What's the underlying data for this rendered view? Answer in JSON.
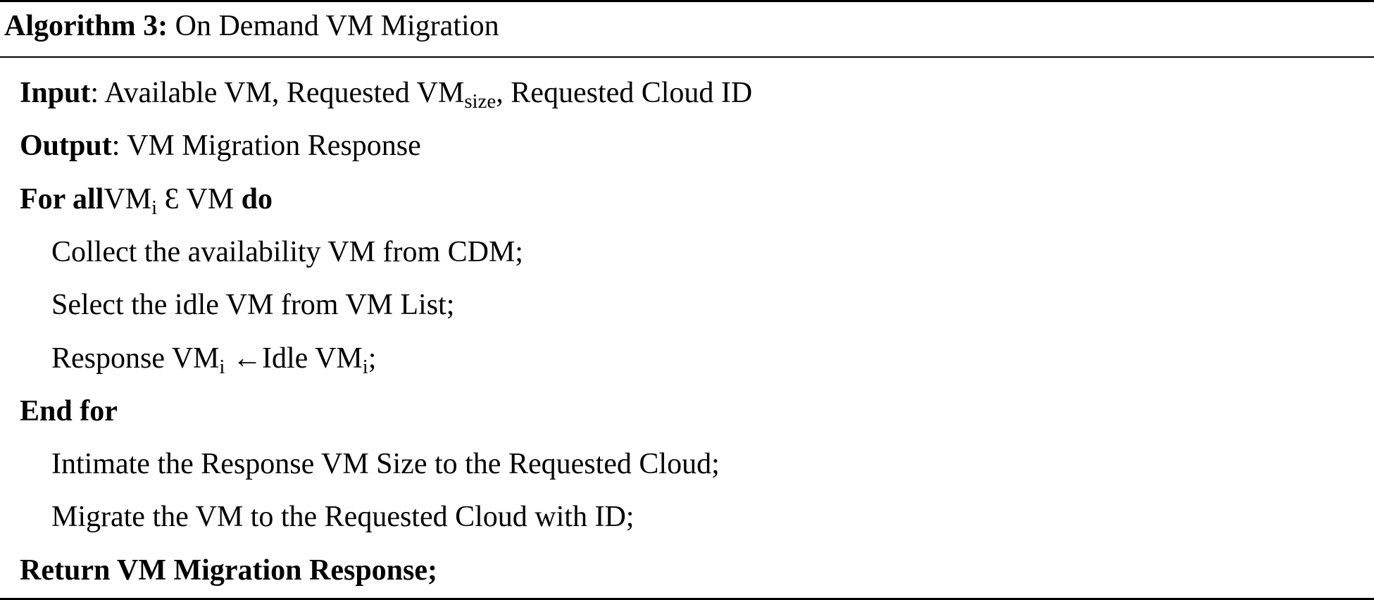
{
  "algorithm": {
    "label": "Algorithm 3:",
    "title": " On Demand VM Migration"
  },
  "lines": {
    "input": {
      "keyword": "Input",
      "text_a": ": Available VM, Requested VM",
      "sub": "size",
      "text_b": ", Requested Cloud ID"
    },
    "output": {
      "keyword": "Output",
      "text": ": VM Migration Response"
    },
    "for_all": {
      "keyword": "For all",
      "var": "VM",
      "sub": "i",
      "text": " Ɛ VM ",
      "keyword_do": "do"
    },
    "collect": "Collect the availability VM from CDM;",
    "select": "Select the idle VM from VM List;",
    "response": {
      "text_a": "Response VM",
      "sub_a": "i",
      "text_b": " ←Idle VM",
      "sub_b": "i",
      "text_c": ";"
    },
    "end_for": "End for",
    "intimate": "Intimate the Response VM Size to the Requested Cloud;",
    "migrate": "Migrate the VM to the Requested Cloud with ID;",
    "return": "Return VM Migration Response;"
  }
}
